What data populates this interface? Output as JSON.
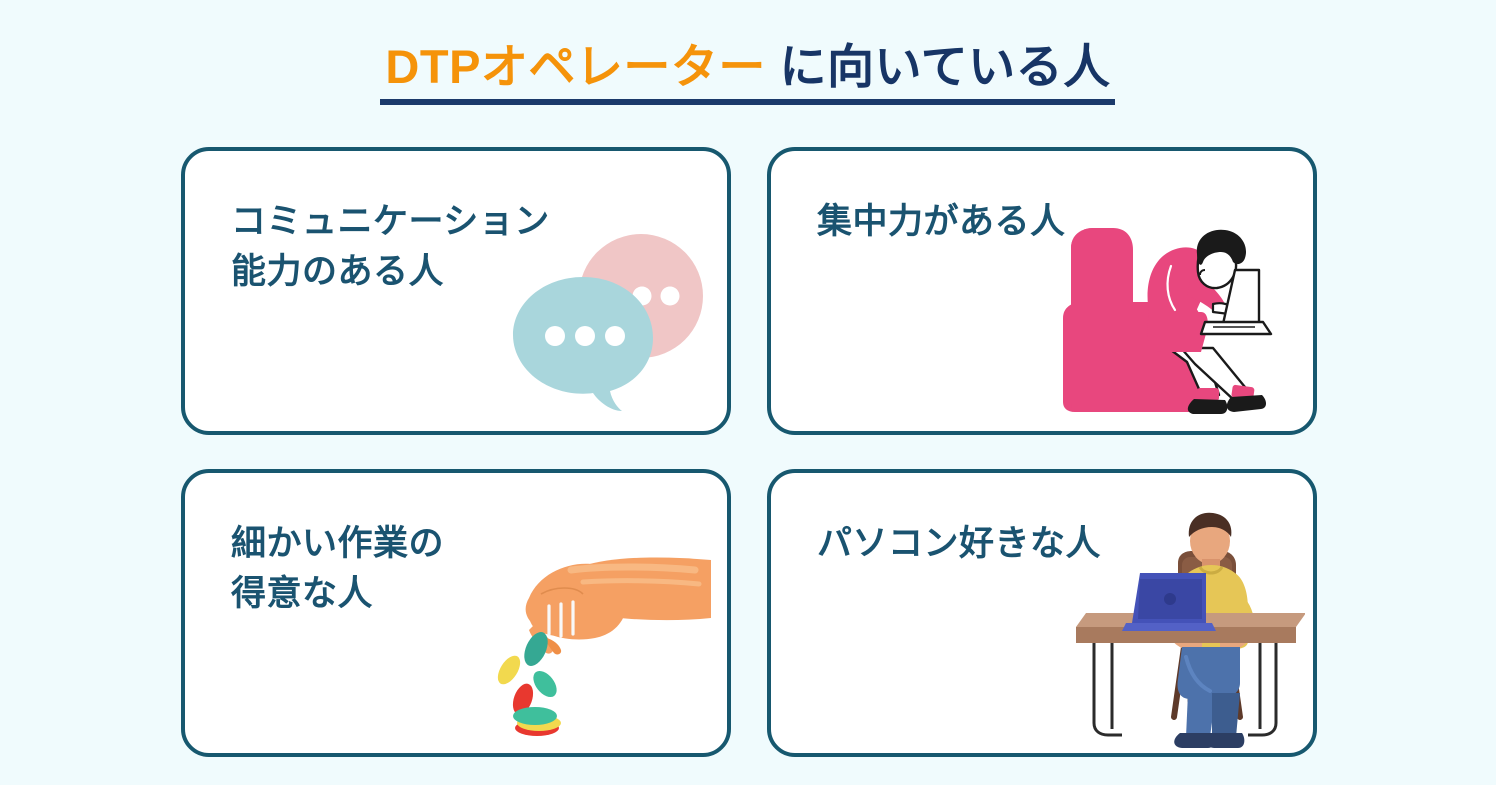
{
  "background_color": "#f0fbfd",
  "title": {
    "accent_text": "DTPオペレーター",
    "accent_color": "#f5930a",
    "rest_text": " に向いている人",
    "rest_color": "#173566",
    "underline_color": "#1b3a6b",
    "full_text": "DTPオペレーター に向いている人"
  },
  "cards": [
    {
      "label": "コミュニケーション\n能力のある人",
      "text_color": "#1a5370",
      "border_color": "#17586f",
      "illustration": "speech-bubbles",
      "illustration_colors": {
        "bubble_pink": "#f0c6c6",
        "bubble_teal": "#a9d6dc",
        "dots": "#ffffff"
      }
    },
    {
      "label": "集中力がある人",
      "text_color": "#1a5370",
      "border_color": "#17586f",
      "illustration": "person-on-armchair-with-laptop",
      "illustration_colors": {
        "armchair": "#e8477e",
        "top": "#e8477e",
        "pants": "#ffffff",
        "hair": "#1a1a1a",
        "shoes": "#1a1a1a",
        "socks": "#e8477e",
        "skin": "#ffffff"
      }
    },
    {
      "label": "細かい作業の\n得意な人",
      "text_color": "#1a5370",
      "border_color": "#17586f",
      "illustration": "hand-dropping-beads",
      "illustration_colors": {
        "hand": "#f5a063",
        "hand_light": "#f8b882",
        "bead_teal": "#35b598",
        "bead_green": "#3fbf9c",
        "bead_yellow": "#f2d94e",
        "bead_red": "#e8382f"
      }
    },
    {
      "label": "パソコン好きな人",
      "text_color": "#1a5370",
      "border_color": "#17586f",
      "illustration": "person-at-desk-with-laptop",
      "illustration_colors": {
        "shirt": "#e6c656",
        "jeans": "#4d72ab",
        "jeans_dark": "#3d5d8f",
        "hair": "#4a2f24",
        "skin": "#e8a77e",
        "desk_top": "#c69a7e",
        "desk_edge": "#a87a5e",
        "laptop": "#4452b8",
        "chair": "#7a4f3a",
        "shoes": "#2c3e63"
      }
    }
  ]
}
